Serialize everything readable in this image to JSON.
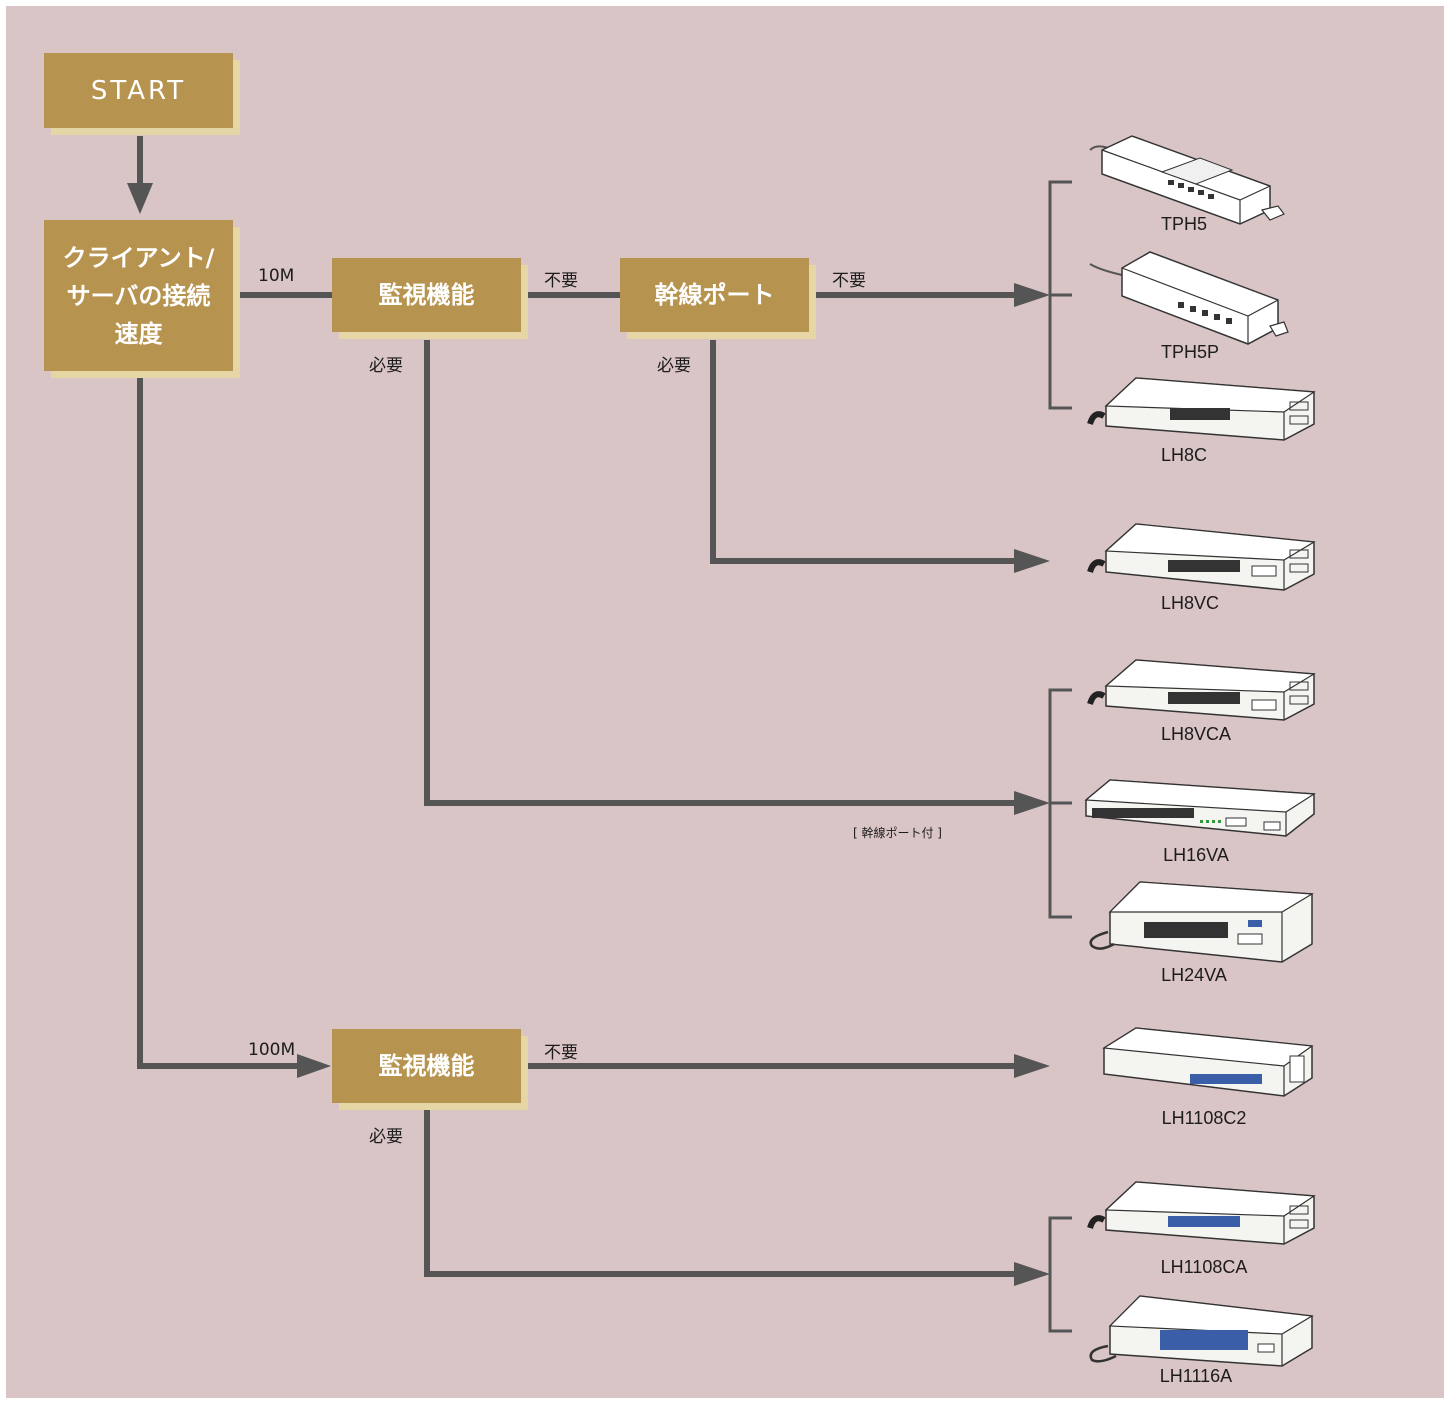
{
  "start_label": "START",
  "questions": {
    "speed": "クライアント/\nサーバの接続\n速度",
    "monitor_10m": "監視機能",
    "trunk_port": "幹線ポート",
    "monitor_100m": "監視機能"
  },
  "edge_labels": {
    "speed_10m": "10M",
    "speed_100m": "100M",
    "monitor_10m_no": "不要",
    "monitor_10m_yes": "必要",
    "trunk_no": "不要",
    "trunk_yes": "必要",
    "monitor_100m_no": "不要",
    "monitor_100m_yes": "必要"
  },
  "notes": {
    "trunk_port_included": "[ 幹線ポート付 ]"
  },
  "products": [
    {
      "name": "TPH5",
      "icon": "hub-compact-icon"
    },
    {
      "name": "TPH5P",
      "icon": "hub-compact-icon"
    },
    {
      "name": "LH8C",
      "icon": "switch-box-icon"
    },
    {
      "name": "LH8VC",
      "icon": "switch-box-icon"
    },
    {
      "name": "LH8VCA",
      "icon": "switch-box-icon"
    },
    {
      "name": "LH16VA",
      "icon": "switch-box-icon"
    },
    {
      "name": "LH24VA",
      "icon": "switch-box-icon"
    },
    {
      "name": "LH1108C2",
      "icon": "switch-box-icon"
    },
    {
      "name": "LH1108CA",
      "icon": "switch-box-icon"
    },
    {
      "name": "LH1116A",
      "icon": "switch-box-icon"
    }
  ],
  "colors": {
    "background": "#d9c4c6",
    "box_fill": "#b6934f",
    "box_shadow": "#e6d6a6",
    "connector": "#555555"
  }
}
